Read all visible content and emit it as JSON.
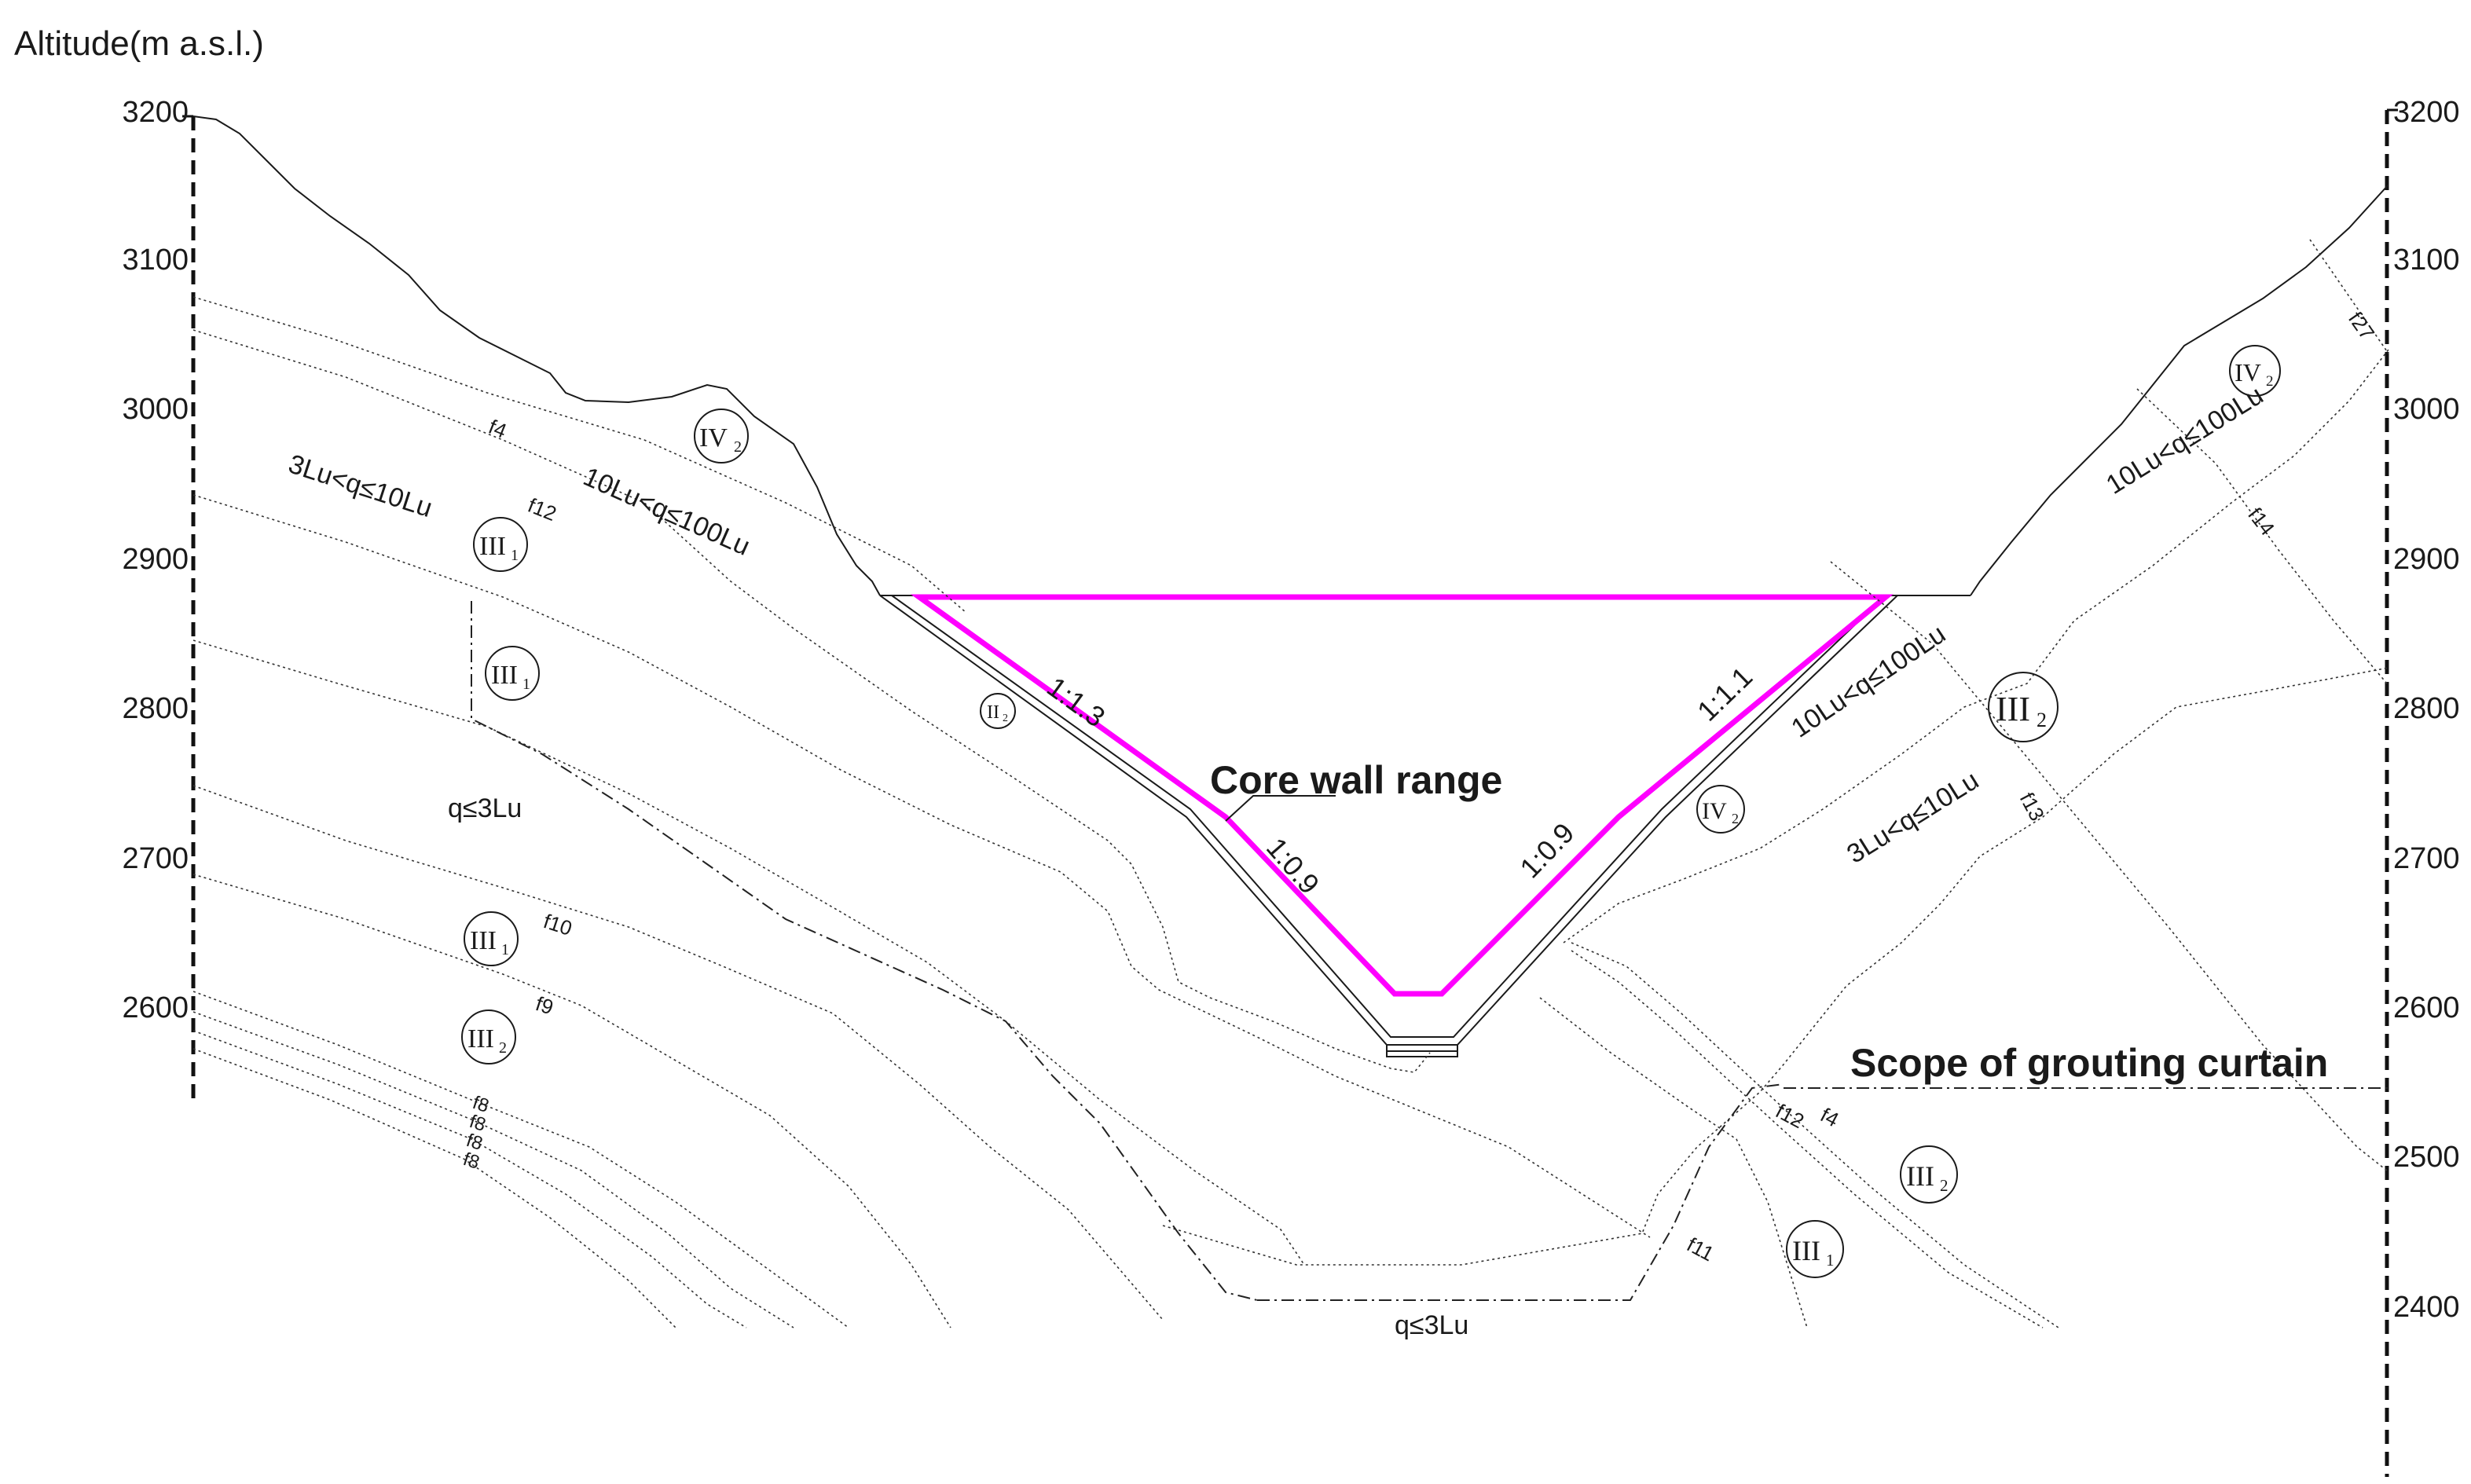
{
  "axis_title": "Altitude(m  a.s.l.)",
  "left_ticks": [
    "3200",
    "3100",
    "3000",
    "2900",
    "2800",
    "2700",
    "2600"
  ],
  "right_ticks": [
    "3200",
    "3100",
    "3000",
    "2900",
    "2800",
    "2700",
    "2600",
    "2500",
    "2400"
  ],
  "permeability": {
    "left_upper": "10Lu<q≤100Lu",
    "left_mid": "3Lu<q≤10Lu",
    "left_low": "q≤3Lu",
    "bottom": "q≤3Lu",
    "right_upper_a": "10Lu<q≤100Lu",
    "right_upper_b": "10Lu<q≤100Lu",
    "right_mid": "3Lu<q≤10Lu"
  },
  "faults": {
    "f4_left": "f4",
    "f12_left": "f12",
    "f10": "f10",
    "f9": "f9",
    "f8": "f8",
    "f8a": "f8",
    "f8b": "f8",
    "f8c": "f8",
    "f12_right": "f12",
    "f4_right": "f4",
    "f11": "f11",
    "f13": "f13",
    "f14": "f14",
    "f27": "f27"
  },
  "rock_classes": {
    "IV2_left": "IV",
    "IV2_left_sub": "2",
    "III1_a": "III",
    "III1_a_sub": "1",
    "III1_b": "III",
    "III1_b_sub": "1",
    "III1_c": "III",
    "III1_c_sub": "1",
    "III2_left": "III",
    "III2_left_sub": "2",
    "II2_valley": "II",
    "II2_valley_sub": "2",
    "IV2_right_low": "IV",
    "IV2_right_low_sub": "2",
    "III2_right": "III",
    "III2_right_sub": "2",
    "IV2_right_top": "IV",
    "IV2_right_top_sub": "2",
    "III2_right_low": "III",
    "III2_right_low_sub": "2",
    "III1_right_low": "III",
    "III1_right_low_sub": "1"
  },
  "slopes": {
    "left_upper": "1:1.3",
    "left_lower": "1:0.9",
    "right_upper": "1:1.1",
    "right_lower": "1:0.9"
  },
  "core_wall_label": "Core wall range",
  "grouting_label": "Scope of grouting curtain",
  "colors": {
    "core_wall": "#ff00ff",
    "line": "#1a1a1a"
  }
}
